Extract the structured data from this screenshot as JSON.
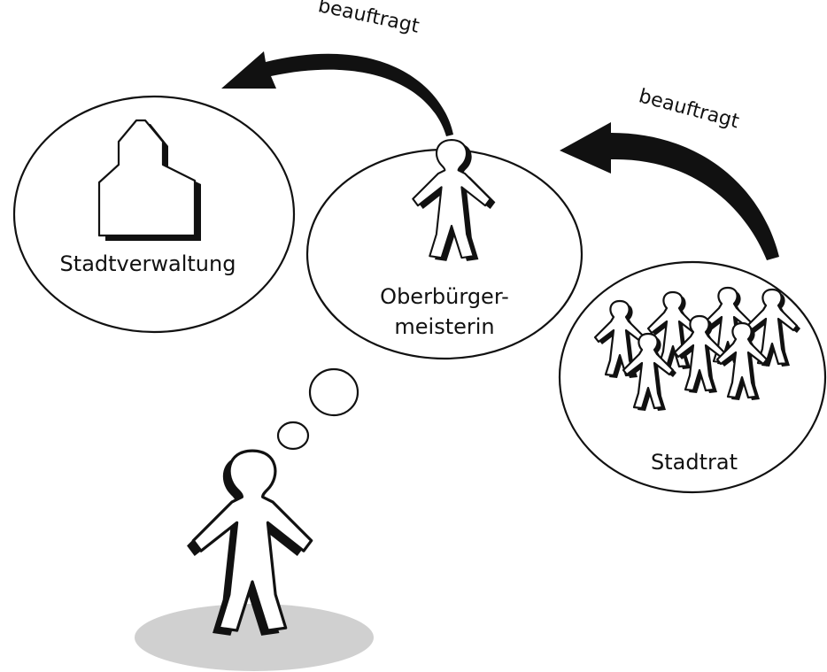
{
  "nodes": {
    "stadtverwaltung": {
      "label": "Stadtverwaltung"
    },
    "oberbuergermeisterin": {
      "label_line1": "Oberbürger-",
      "label_line2": "meisterin"
    },
    "stadtrat": {
      "label": "Stadtrat"
    }
  },
  "arrows": {
    "top": {
      "label": "beauftragt"
    },
    "right": {
      "label": "beauftragt"
    }
  },
  "colors": {
    "outline": "#111111",
    "fill": "#ffffff",
    "ground_shadow": "#d0d0d0"
  },
  "icons": {
    "building": "building-icon",
    "person": "person-icon",
    "group": "person-group-icon"
  }
}
